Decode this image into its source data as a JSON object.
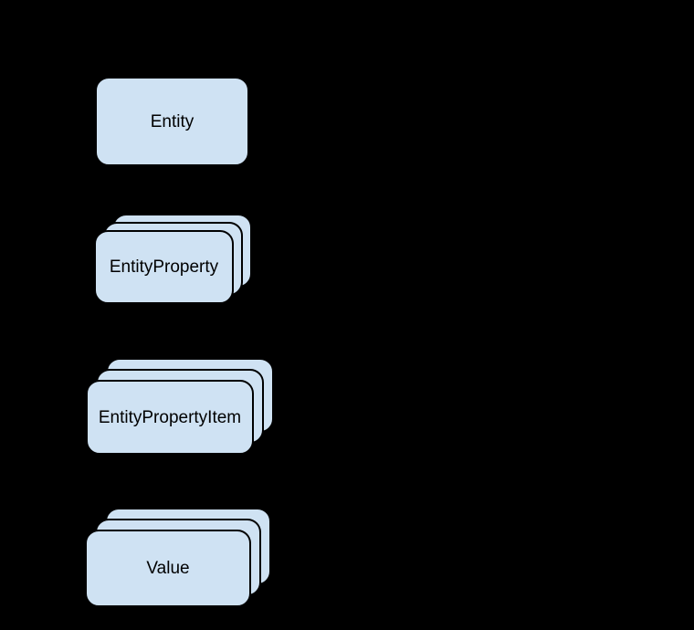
{
  "diagram": {
    "background_color": "#000000",
    "node_fill_color": "#cfe2f3",
    "node_border_color": "#000000",
    "node_text_color": "#000000",
    "nodes": [
      {
        "label": "Entity",
        "stacked": false
      },
      {
        "label": "EntityProperty",
        "stacked": true
      },
      {
        "label": "EntityPropertyItem",
        "stacked": true
      },
      {
        "label": "Value",
        "stacked": true
      }
    ]
  }
}
